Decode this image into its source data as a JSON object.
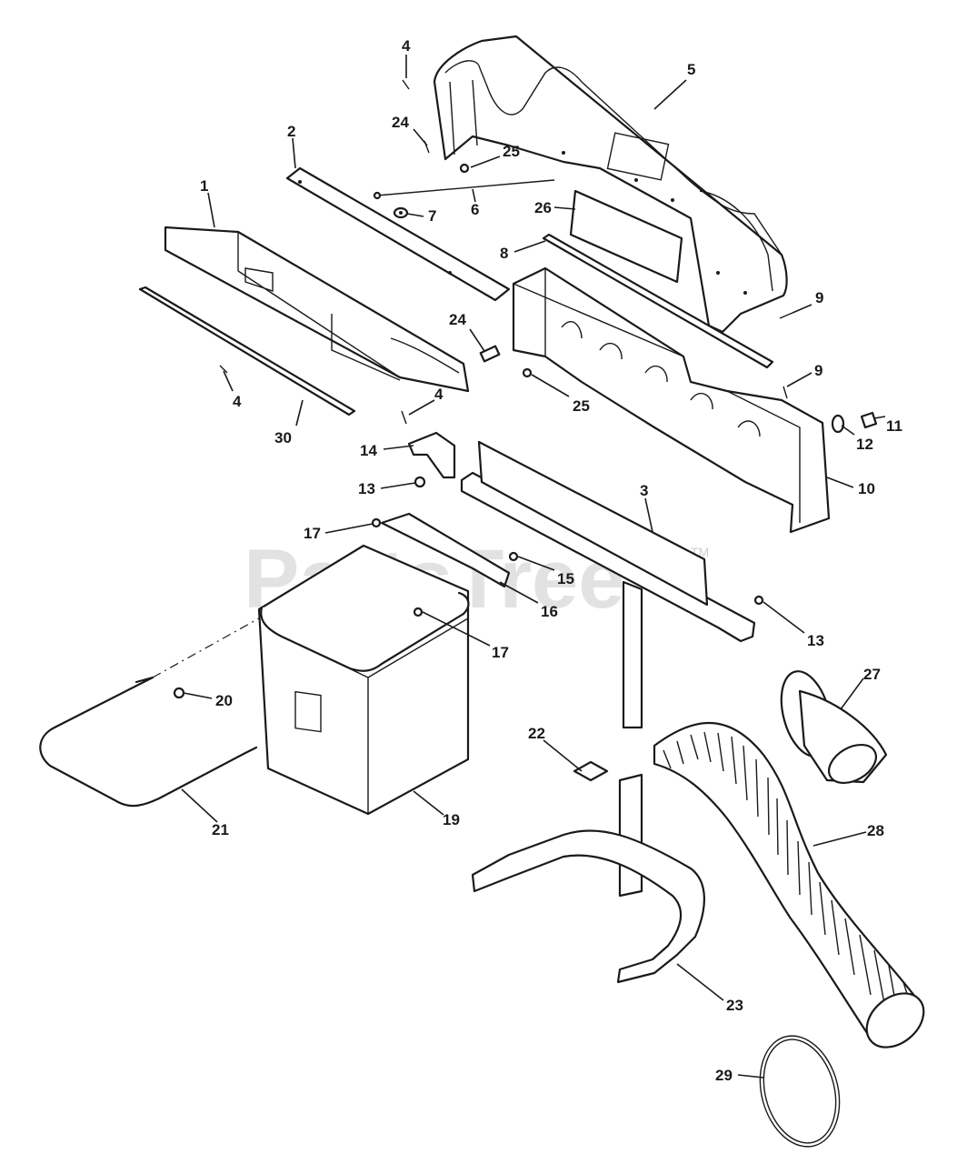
{
  "watermark": {
    "text": "PartsTree",
    "trademark": "TM"
  },
  "callouts": {
    "p1": "1",
    "p2": "2",
    "p3": "3",
    "p4a": "4",
    "p4b": "4",
    "p4c": "4",
    "p5": "5",
    "p6": "6",
    "p7": "7",
    "p8": "8",
    "p9a": "9",
    "p9b": "9",
    "p10": "10",
    "p11": "11",
    "p12": "12",
    "p13a": "13",
    "p13b": "13",
    "p14": "14",
    "p15": "15",
    "p16": "16",
    "p17a": "17",
    "p17b": "17",
    "p19": "19",
    "p20": "20",
    "p21": "21",
    "p22": "22",
    "p23": "23",
    "p24a": "24",
    "p24b": "24",
    "p25a": "25",
    "p25b": "25",
    "p26": "26",
    "p27": "27",
    "p28": "28",
    "p29": "29",
    "p30": "30"
  }
}
